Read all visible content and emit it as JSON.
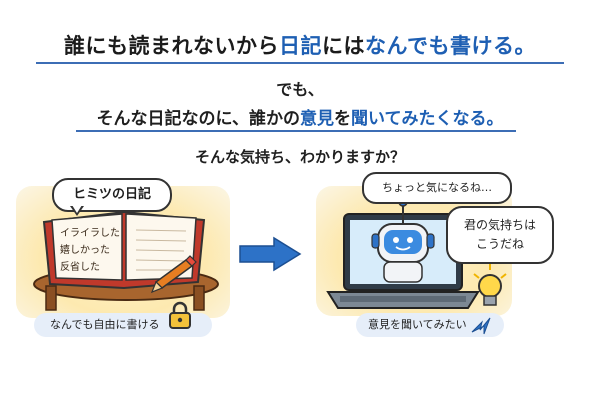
{
  "headline": {
    "part1": "誰にも読まれないから",
    "part2": "日記",
    "part3": "には",
    "part4": "なんでも書ける。"
  },
  "line2": "でも、",
  "line3": {
    "part1": "そんな日記なのに、誰かの",
    "part2": "意見",
    "part3": "を",
    "part4": "聞いてみたくなる。"
  },
  "line4": "そんな気持ち、わかりますか？",
  "left_scene": {
    "bubble": "ヒミツの日記",
    "diary_lines": [
      "イライラした",
      "嬉しかった",
      "反省した"
    ],
    "caption": "なんでも自由に書ける",
    "icons": [
      "diary-book-icon",
      "pencil-icon",
      "padlock-icon"
    ]
  },
  "right_scene": {
    "bubble1": "ちょっと気になるね…",
    "bubble2_line1": "君の気持ちは",
    "bubble2_line2": "こうだね",
    "caption": "意見を聞いてみたい",
    "icons": [
      "laptop-icon",
      "robot-icon",
      "lightbulb-icon",
      "cursor-arrow-icon"
    ]
  },
  "colors": {
    "accent_blue": "#1e5fb3",
    "arrow_blue": "#2d72c7",
    "caption_bg": "#e6eef9",
    "glow": "#fde9b0"
  }
}
